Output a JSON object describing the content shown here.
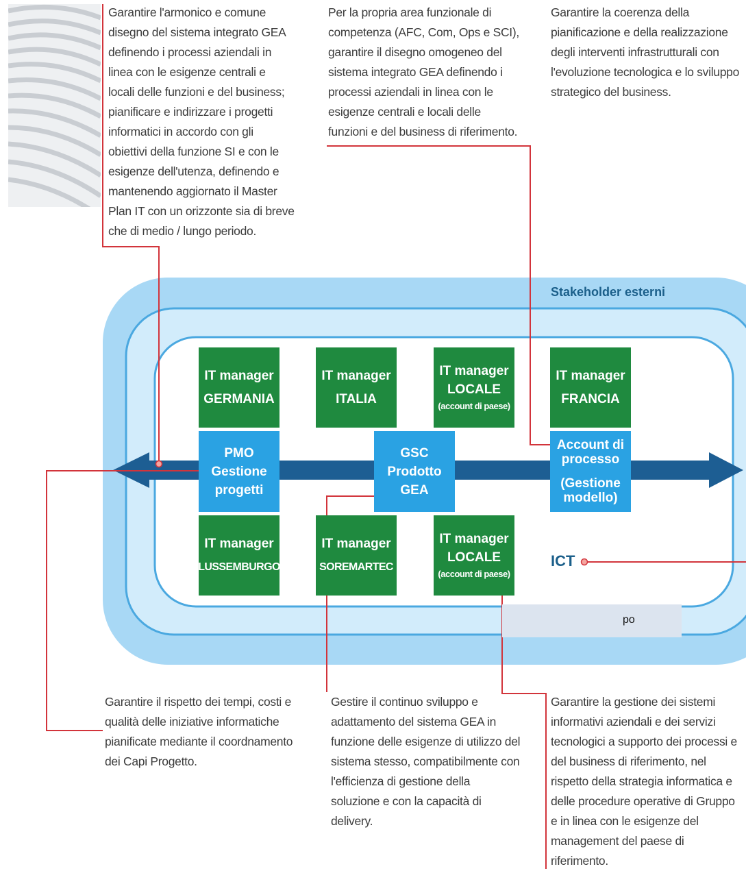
{
  "paragraphs": {
    "top_left": [
      "Garantire l'armonico e comune",
      "disegno del sistema integrato GEA",
      "definendo i processi aziendali in",
      "linea con le esigenze centrali e",
      "locali delle funzioni e del business;",
      "pianificare e indirizzare i progetti",
      "informatici in accordo con gli",
      "obiettivi della funzione SI e con le",
      "esigenze dell'utenza, definendo e",
      "mantenendo aggiornato il Master",
      "Plan IT con un orizzonte sia di breve",
      "che di medio / lungo periodo."
    ],
    "top_middle": [
      "Per la propria area funzionale di",
      "competenza (AFC, Com, Ops e SCI),",
      "garantire il disegno omogeneo del",
      "sistema integrato GEA definendo i",
      "processi aziendali in linea con le",
      "esigenze centrali e locali delle",
      "funzioni e del business di riferimento."
    ],
    "top_right": [
      "Garantire la coerenza della",
      "pianificazione e della realizzazione",
      "degli interventi infrastrutturali con",
      "l'evoluzione tecnologica e lo sviluppo",
      "strategico del business."
    ],
    "bottom_left": [
      "Garantire il rispetto dei tempi, costi e",
      "qualità delle iniziative informatiche",
      "pianificate mediante il coordnamento",
      "dei Capi Progetto."
    ],
    "bottom_middle": [
      "Gestire il continuo sviluppo e",
      "adattamento del sistema GEA in",
      "funzione delle esigenze di utilizzo del",
      "sistema stesso, compatibilmente con",
      "l'efficienza di gestione della",
      "soluzione e con la capacità di",
      "delivery."
    ],
    "bottom_right": [
      "Garantire la gestione dei sistemi",
      "informativi aziendali e dei servizi",
      "tecnologici a supporto dei processi e",
      "del business di riferimento, nel",
      "rispetto della strategia informatica e",
      "delle procedure operative di Gruppo",
      "e in linea con le esigenze del",
      "management del paese di",
      "riferimento."
    ]
  },
  "diagram": {
    "stakeholder_label": "Stakeholder esterni",
    "ict_label": "ICT",
    "overlay_text": "po",
    "green_boxes": [
      {
        "line1": "IT manager",
        "line2": "GERMANIA",
        "line3": ""
      },
      {
        "line1": "IT manager",
        "line2": "ITALIA",
        "line3": ""
      },
      {
        "line1": "IT manager",
        "line2": "LOCALE",
        "line3": "(account di paese)"
      },
      {
        "line1": "IT manager",
        "line2": "FRANCIA",
        "line3": ""
      },
      {
        "line1": "IT manager",
        "line2": "LUSSEMBURGO",
        "line3": ""
      },
      {
        "line1": "IT manager",
        "line2": "SOREMARTEC",
        "line3": ""
      },
      {
        "line1": "IT manager",
        "line2": "LOCALE",
        "line3": "(account di paese)"
      }
    ],
    "blue_boxes": [
      {
        "lines": [
          "PMO",
          "Gestione",
          "progetti"
        ]
      },
      {
        "lines": [
          "GSC",
          "Prodotto",
          "GEA"
        ]
      },
      {
        "lines": [
          "Account di",
          "processo",
          "",
          "(Gestione",
          "modello)"
        ]
      }
    ],
    "colors": {
      "green": "#1f8a3f",
      "blue": "#2aa2e3",
      "arrow": "#1d5e93",
      "ring_outer": "#a8d8f5",
      "ring_inner": "#d2ecfb",
      "connector": "#d2343b"
    }
  }
}
